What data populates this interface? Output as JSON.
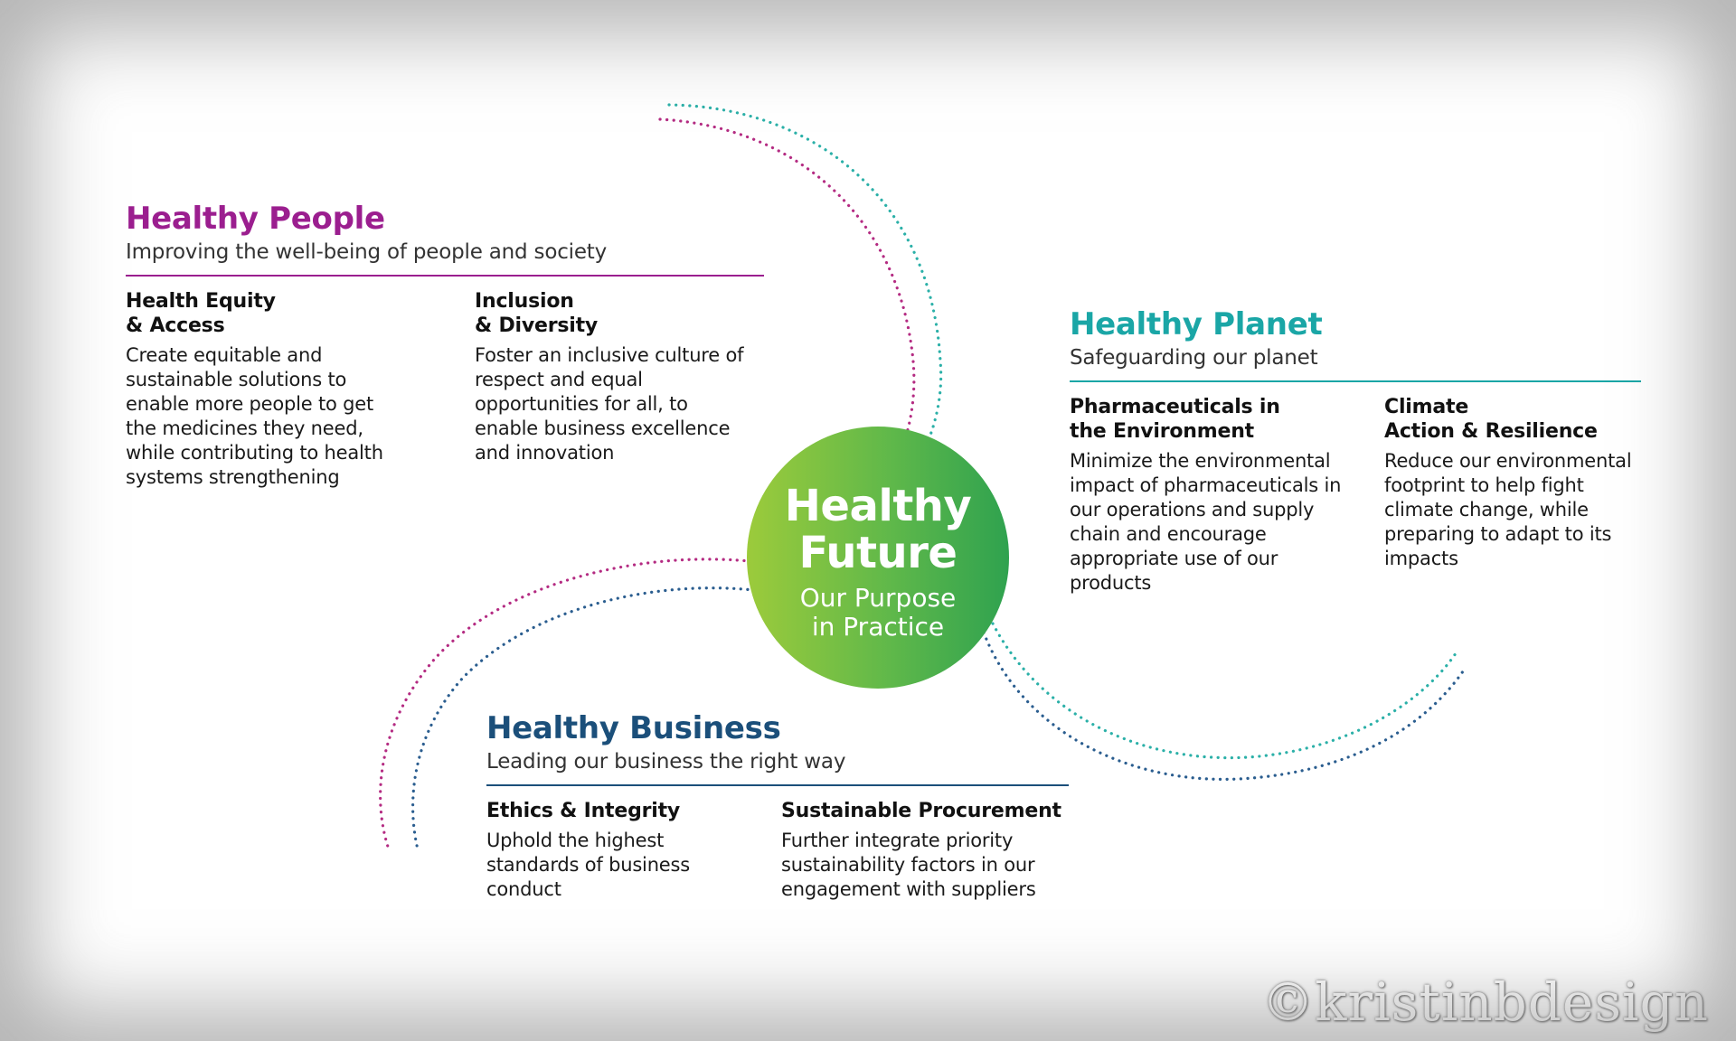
{
  "center": {
    "title": "Healthy\nFuture",
    "subtitle": "Our Purpose\nin Practice"
  },
  "sections": {
    "people": {
      "title": "Healthy People",
      "subtitle": "Improving the well-being of people and society",
      "color": "#9b1e8f",
      "items": [
        {
          "title": "Health Equity\n& Access",
          "desc": "Create equitable and\nsustainable solutions to\nenable more people to get\nthe medicines they need,\nwhile contributing to health\nsystems strengthening"
        },
        {
          "title": "Inclusion\n& Diversity",
          "desc": "Foster an inclusive culture  of\nrespect and equal\nopportunities for all, to\nenable business excellence\nand innovation"
        }
      ]
    },
    "planet": {
      "title": "Healthy Planet",
      "subtitle": "Safeguarding our planet",
      "color": "#1aa6a6",
      "items": [
        {
          "title": "Pharmaceuticals in\nthe Environment",
          "desc": "Minimize the environmental\nimpact of pharmaceuticals in\nour operations and supply\nchain and encourage\nappropriate use of our\nproducts"
        },
        {
          "title": "Climate\nAction & Resilience",
          "desc": "Reduce our environmental\nfootprint to help fight\nclimate change, while\npreparing to adapt to its\nimpacts"
        }
      ]
    },
    "business": {
      "title": "Healthy Business",
      "subtitle": "Leading our business the right way",
      "color": "#1b4f7a",
      "items": [
        {
          "title": "Ethics & Integrity",
          "desc": "Uphold the highest\nstandards of business\nconduct"
        },
        {
          "title": "Sustainable Procurement",
          "desc": "Further integrate priority\nsustainability factors in our\nengagement with suppliers"
        }
      ]
    }
  },
  "watermark": "©kristinbdesign"
}
